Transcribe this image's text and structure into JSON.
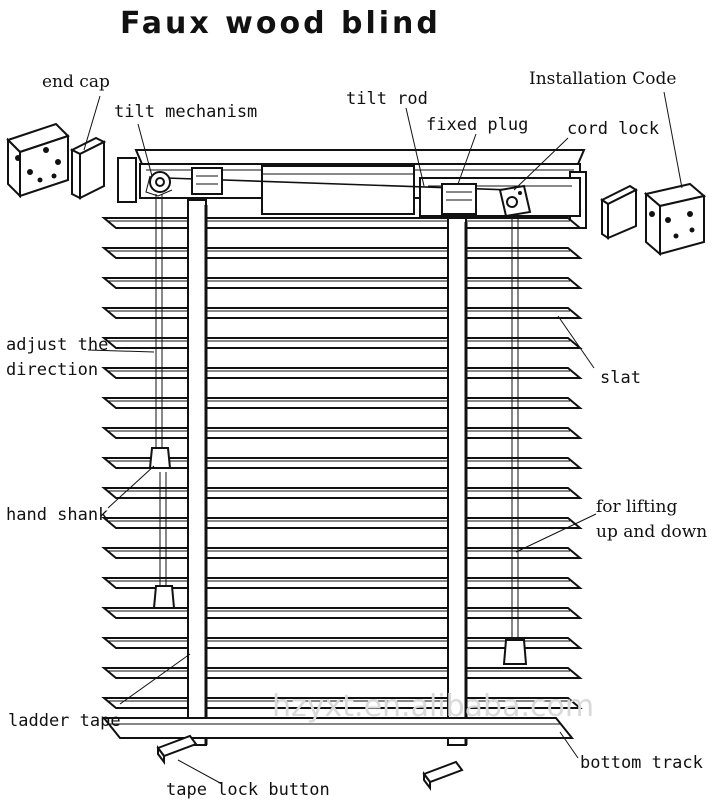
{
  "title": "Faux wood blind",
  "labels": {
    "end_cap": "end cap",
    "tilt_mechanism": "tilt mechanism",
    "tilt_rod": "tilt rod",
    "fixed_plug": "fixed plug",
    "cord_lock": "cord lock",
    "installation_code": "Installation Code",
    "adjust_line1": "adjust the",
    "adjust_line2": "direction",
    "slat": "slat",
    "hand_shank": "hand shank",
    "lifting_line1": "for lifting",
    "lifting_line2": "up and down",
    "ladder_tape": "ladder tape",
    "bottom_track": "bottom track",
    "tape_lock_button": "tape lock button"
  },
  "watermark": "hzyxt.en.alibaba.com"
}
